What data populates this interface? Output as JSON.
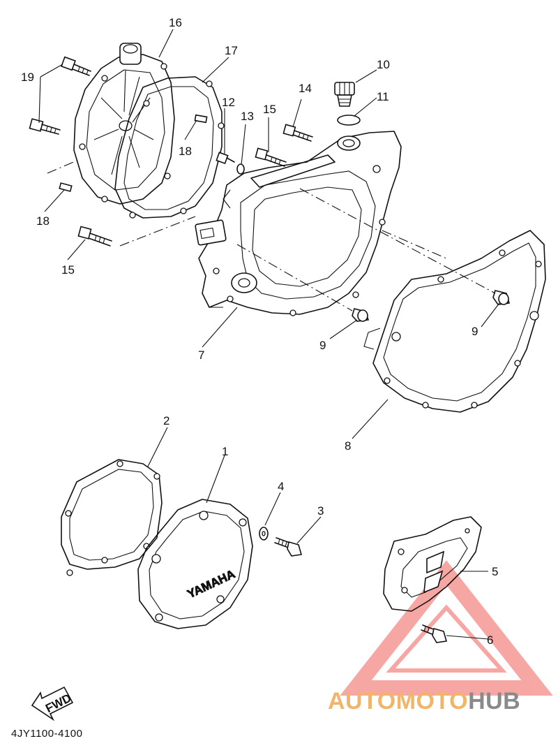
{
  "diagram": {
    "code": "4JY1100-4100",
    "fwd_label": "FWD",
    "brand_text": "YAMAHA",
    "watermark": {
      "part1": "AUTOMOTO",
      "part2": "HUB"
    },
    "colors": {
      "line": "#111111",
      "watermark_red": "#f0605a",
      "watermark_orange": "#f0b56a",
      "watermark_gray": "#8a8a8a"
    },
    "callouts": {
      "c1": "1",
      "c2": "2",
      "c3": "3",
      "c4": "4",
      "c5": "5",
      "c6": "6",
      "c7": "7",
      "c8": "8",
      "c9a": "9",
      "c9b": "9",
      "c10": "10",
      "c11": "11",
      "c12": "12",
      "c13": "13",
      "c14": "14",
      "c15a": "15",
      "c15b": "15",
      "c16": "16",
      "c17": "17",
      "c18a": "18",
      "c18b": "18",
      "c19": "19"
    }
  }
}
